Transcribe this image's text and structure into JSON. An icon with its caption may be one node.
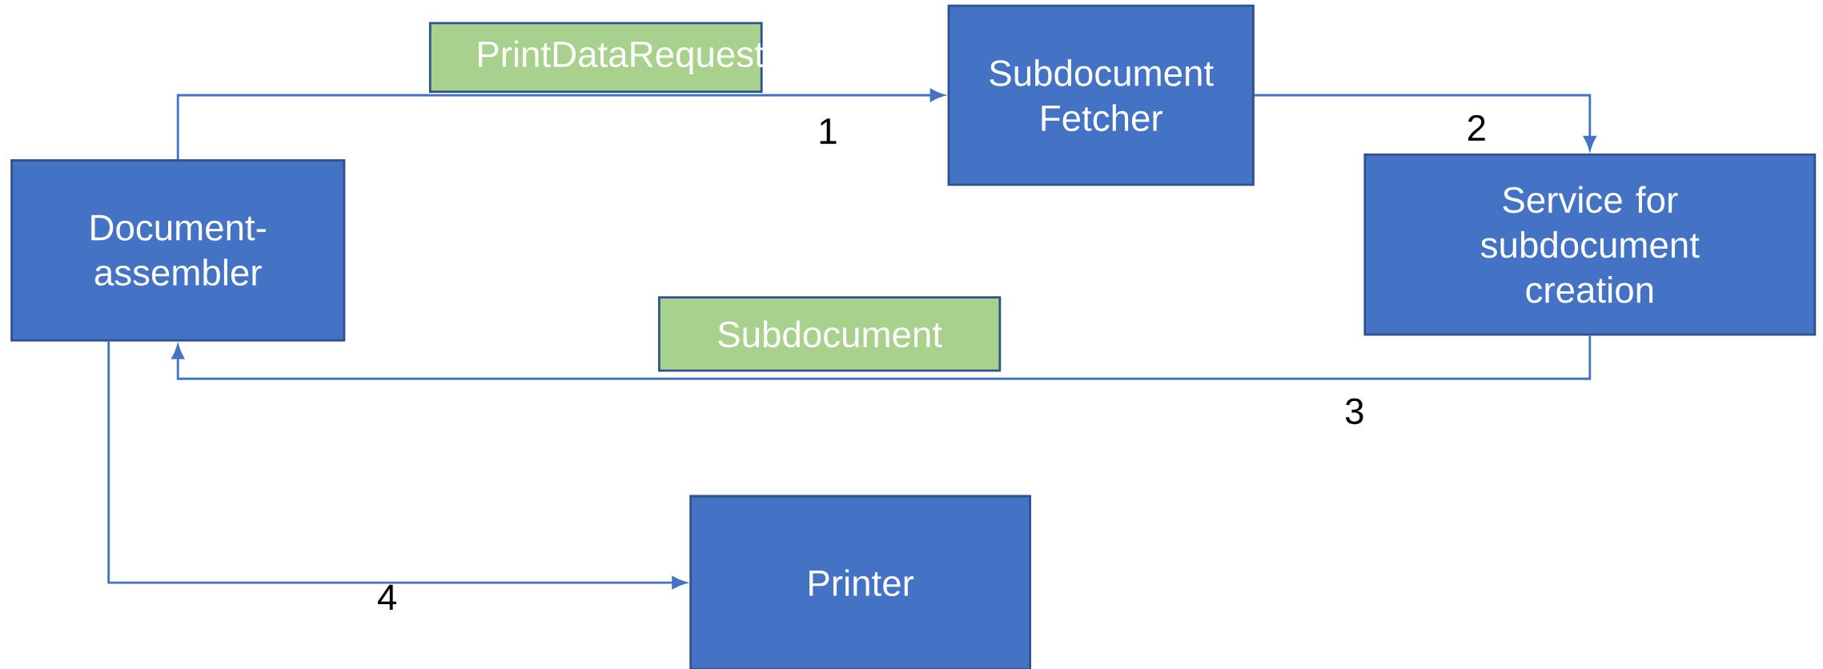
{
  "diagram": {
    "nodes": [
      {
        "text": [
          "Document-assembler"
        ]
      },
      {
        "text": [
          "Subdocument Fetcher"
        ]
      },
      {
        "text": [
          "Service for subdocument creation"
        ]
      },
      {
        "text": [
          "Printer"
        ]
      },
      {
        "text": [
          "PrintDataRequest"
        ]
      },
      {
        "text": [
          "Subdocument"
        ]
      }
    ],
    "edges": [
      {
        "from": 0,
        "to": 1,
        "arrow": "to"
      },
      {
        "from": 1,
        "to": 2,
        "arrow": "to"
      },
      {
        "from": 2,
        "to": 0,
        "arrow": "to"
      },
      {
        "from": 0,
        "to": 3,
        "arrow": "to"
      }
    ],
    "labels": [
      "1",
      "2",
      "3",
      "4"
    ]
  }
}
